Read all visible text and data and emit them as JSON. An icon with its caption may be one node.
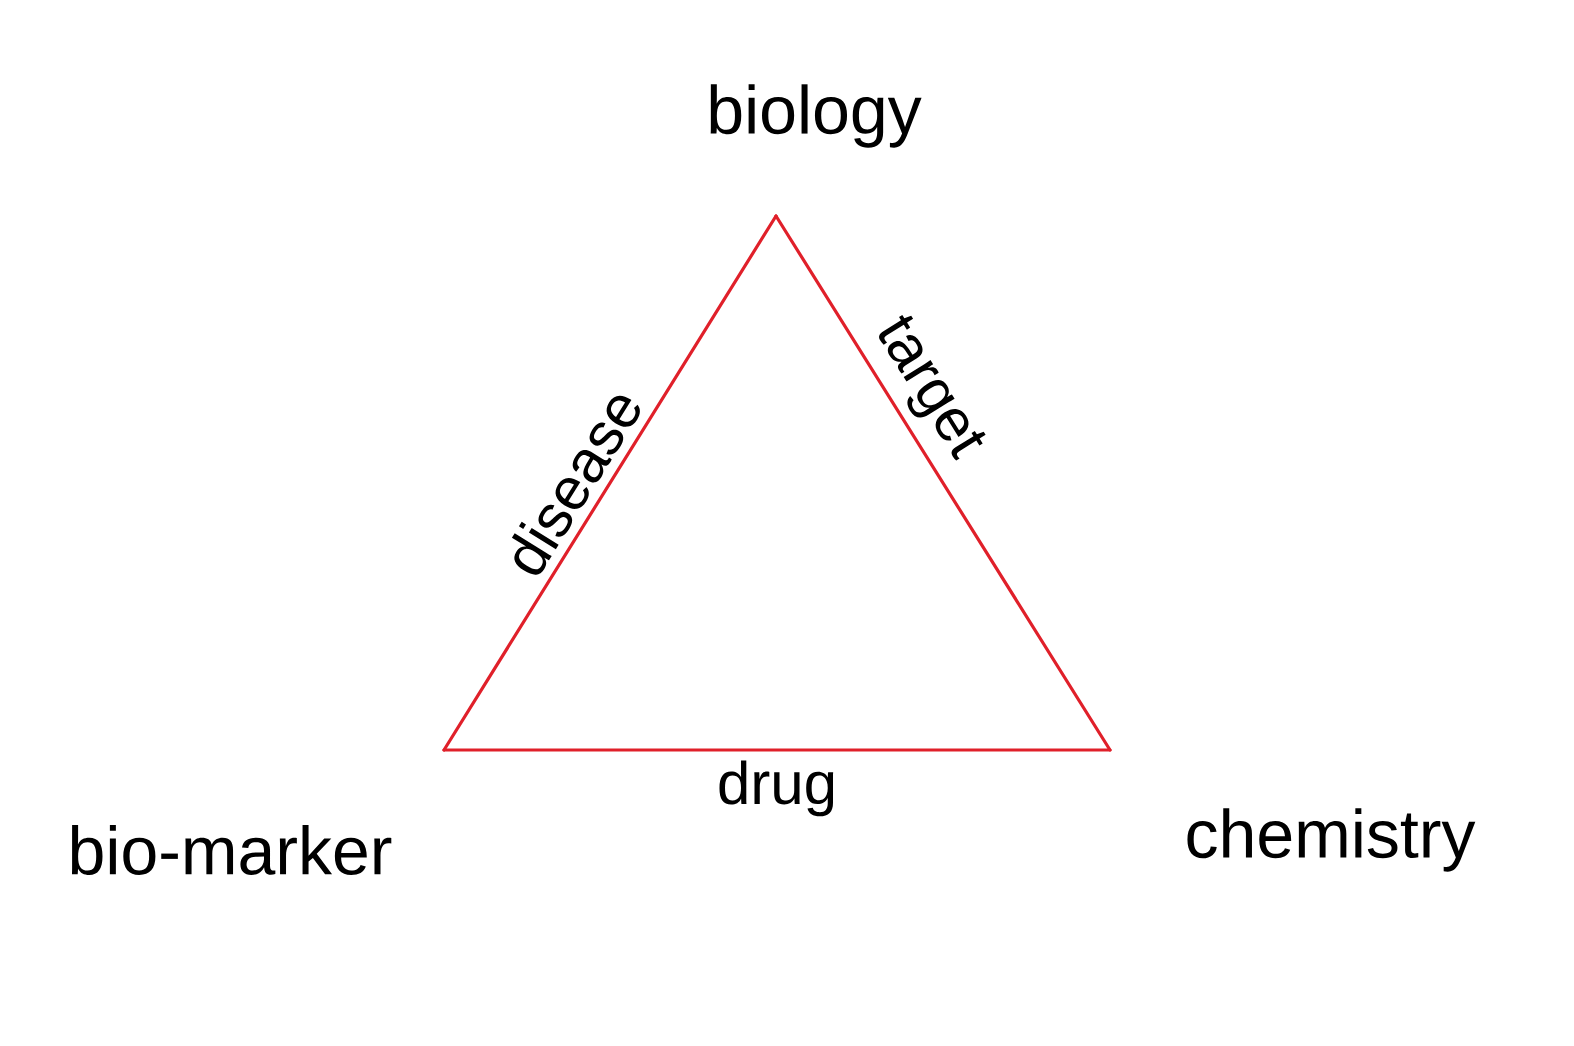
{
  "diagram": {
    "nodes": [
      {
        "text": [
          "biology"
        ]
      },
      {
        "text": [
          "bio-marker"
        ]
      },
      {
        "text": [
          "chemistry"
        ]
      }
    ],
    "edges": [
      {
        "from": 1,
        "to": 0,
        "arrow": "none",
        "label": "disease"
      },
      {
        "from": 0,
        "to": 2,
        "arrow": "none",
        "label": "target"
      },
      {
        "from": 1,
        "to": 2,
        "arrow": "none",
        "label": "drug"
      }
    ]
  }
}
